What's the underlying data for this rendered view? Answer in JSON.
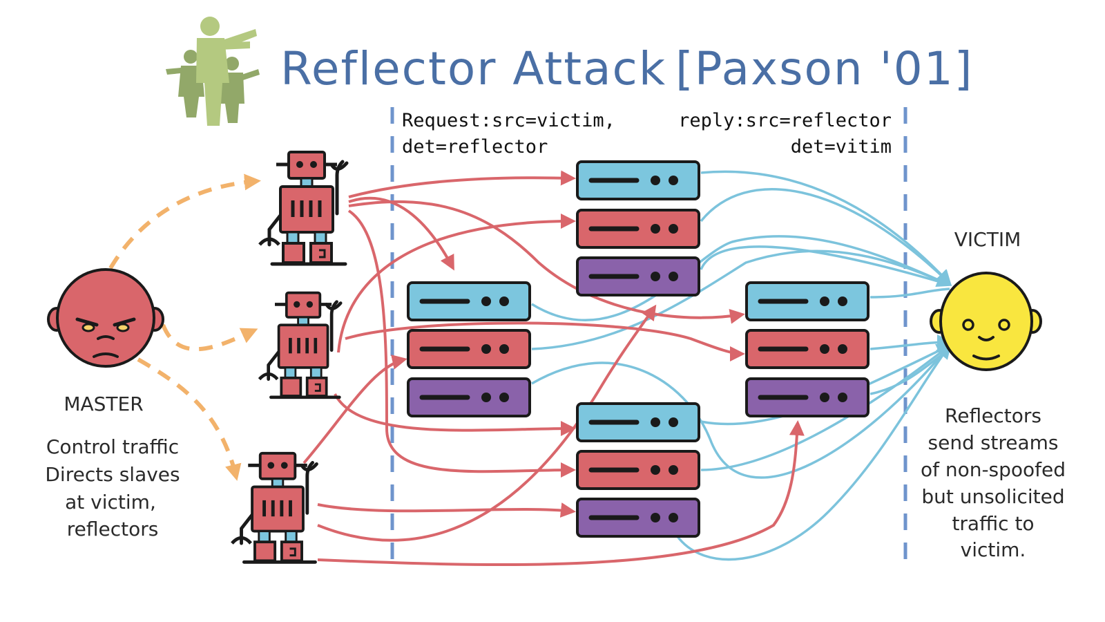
{
  "title": "Reflector Attack",
  "citation": "[Paxson '01]",
  "request_annotation": {
    "line1": "Request:src=victim,",
    "line2": "det=reflector"
  },
  "reply_annotation": {
    "line1": "reply:src=reflector",
    "line2": "det=vitim"
  },
  "master": {
    "label": "MASTER",
    "description": [
      "Control traffic",
      "Directs slaves",
      "at victim,",
      "reflectors"
    ]
  },
  "victim": {
    "label": "VICTIM",
    "description": [
      "Reflectors",
      "send streams",
      "of non-spoofed",
      "but unsolicited",
      "traffic to",
      "victim."
    ]
  },
  "colors": {
    "title": "#4a6fa5",
    "control_arrow": "#f2b26b",
    "request_arrow": "#d9666b",
    "reply_arrow": "#7cc3dc",
    "divider": "#6f94cc",
    "server_blue": "#7cc6de",
    "server_red": "#d9666b",
    "server_purple": "#8a62aa",
    "robot": "#d9666b",
    "master_face": "#d9666b",
    "victim_face": "#f9e63f"
  },
  "icons": [
    "zombie-silhouette-icon",
    "robot-icon",
    "server-icon",
    "angry-face-icon",
    "smiley-face-icon"
  ]
}
